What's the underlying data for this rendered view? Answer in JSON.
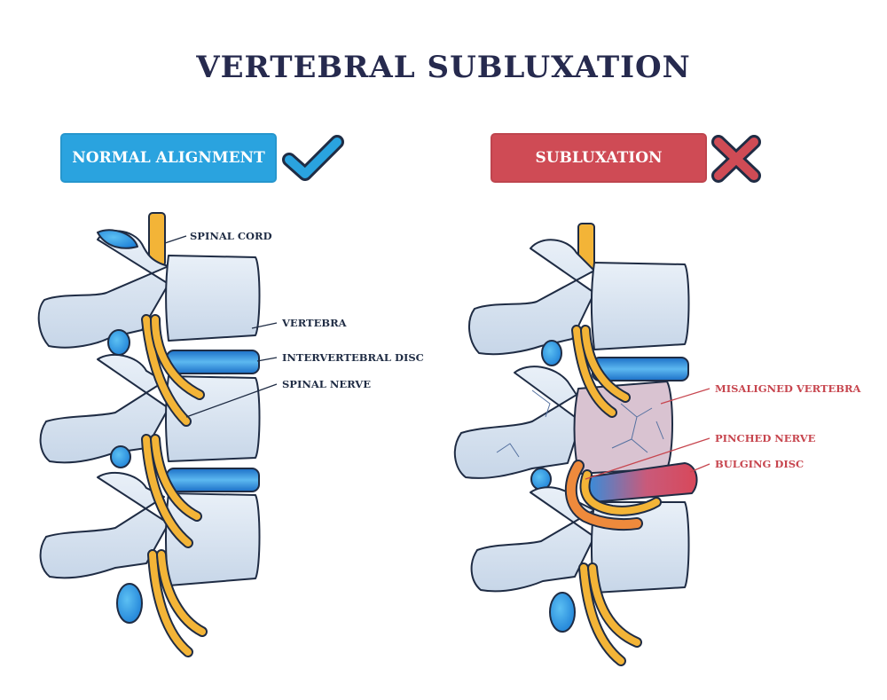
{
  "title": "VERTEBRAL SUBLUXATION",
  "panels": {
    "normal": {
      "label": "NORMAL ALIGNMENT",
      "icon": "checkmark-icon",
      "color": "#2aa3df"
    },
    "subluxation": {
      "label": "SUBLUXATION",
      "icon": "cross-icon",
      "color": "#cf4b55"
    }
  },
  "callouts": {
    "normal": [
      "SPINAL CORD",
      "VERTEBRA",
      "INTERVERTEBRAL DISC",
      "SPINAL NERVE"
    ],
    "subluxation": [
      "MISALIGNED VERTEBRA",
      "PINCHED NERVE",
      "BULGING DISC"
    ]
  },
  "colors": {
    "title": "#262a4e",
    "bone": "#dce6f2",
    "disc": "#2f8fe0",
    "nerve": "#f3b437",
    "outline": "#1f2c44",
    "callout_normal": "#1f2c44",
    "callout_bad": "#c7464f"
  }
}
